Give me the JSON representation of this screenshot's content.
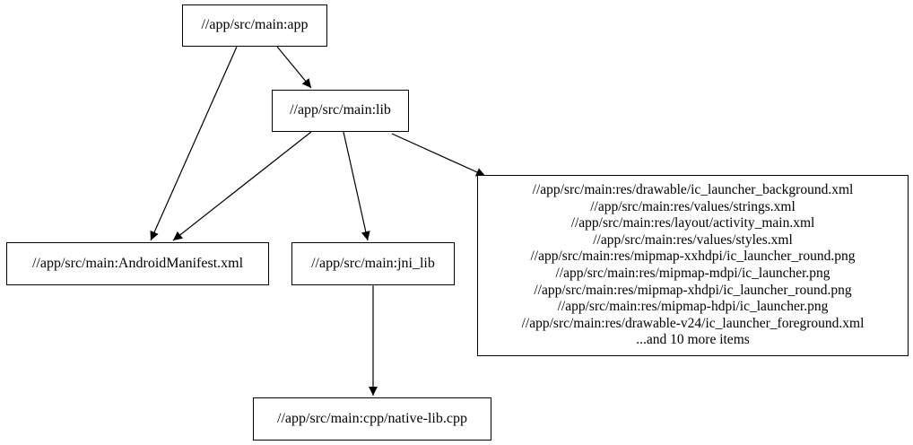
{
  "diagram": {
    "type": "dependency-graph",
    "background_color": "#ffffff",
    "node_border_color": "#000000",
    "edge_color": "#000000",
    "text_color": "#000000",
    "nodes": {
      "app": {
        "label": "//app/src/main:app"
      },
      "lib": {
        "label": "//app/src/main:lib"
      },
      "manifest": {
        "label": "//app/src/main:AndroidManifest.xml"
      },
      "jni_lib": {
        "label": "//app/src/main:jni_lib"
      },
      "cpp": {
        "label": "//app/src/main:cpp/native-lib.cpp"
      },
      "res": {
        "lines": [
          "//app/src/main:res/drawable/ic_launcher_background.xml",
          "//app/src/main:res/values/strings.xml",
          "//app/src/main:res/layout/activity_main.xml",
          "//app/src/main:res/values/styles.xml",
          "//app/src/main:res/mipmap-xxhdpi/ic_launcher_round.png",
          "//app/src/main:res/mipmap-mdpi/ic_launcher.png",
          "//app/src/main:res/mipmap-xhdpi/ic_launcher_round.png",
          "//app/src/main:res/mipmap-hdpi/ic_launcher.png",
          "//app/src/main:res/drawable-v24/ic_launcher_foreground.xml",
          "...and 10 more items"
        ]
      }
    },
    "edges": [
      {
        "from": "//app/src/main:app",
        "to": "//app/src/main:lib"
      },
      {
        "from": "//app/src/main:app",
        "to": "//app/src/main:AndroidManifest.xml"
      },
      {
        "from": "//app/src/main:lib",
        "to": "//app/src/main:AndroidManifest.xml"
      },
      {
        "from": "//app/src/main:lib",
        "to": "//app/src/main:jni_lib"
      },
      {
        "from": "//app/src/main:lib",
        "to": "//app/src/main:res (file group)"
      },
      {
        "from": "//app/src/main:jni_lib",
        "to": "//app/src/main:cpp/native-lib.cpp"
      }
    ]
  }
}
